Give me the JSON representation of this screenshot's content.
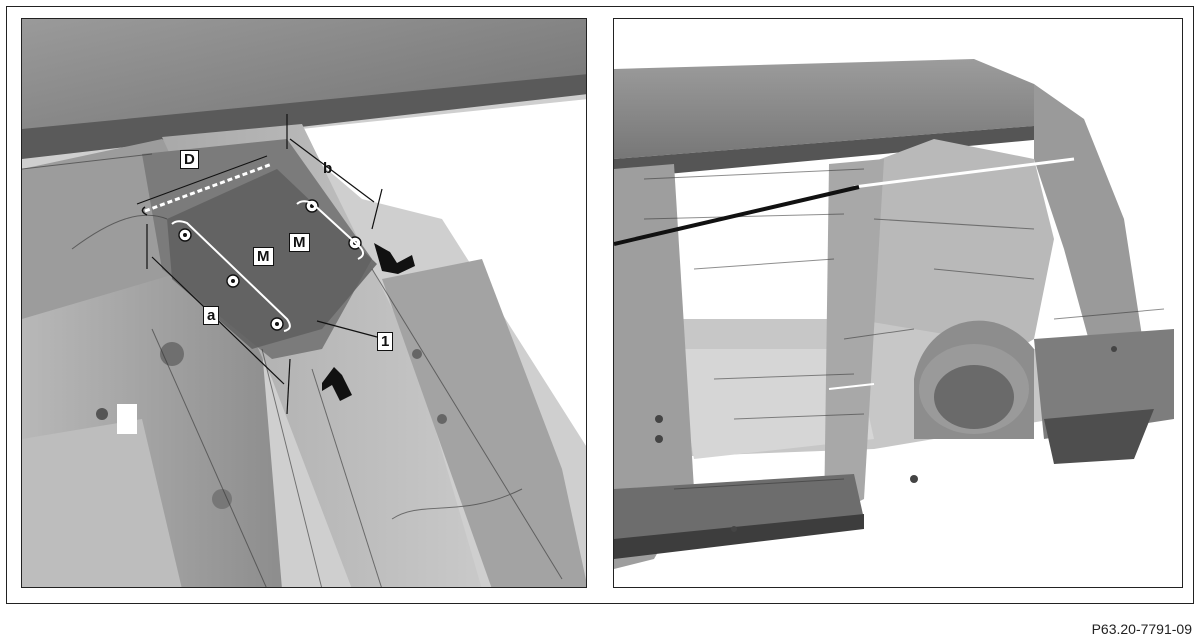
{
  "left_panel": {
    "callouts": {
      "D": "D",
      "b": "b",
      "M_upper": "M",
      "M_lower": "M",
      "a": "a",
      "part_1": "1"
    }
  },
  "right_panel": {},
  "reference_code": "P63.20-7791-09",
  "colors": {
    "line_art": "#111111",
    "body_grey": "#8a8a8a",
    "highlight_grey": "#6e6e6e",
    "background": "#ffffff"
  }
}
